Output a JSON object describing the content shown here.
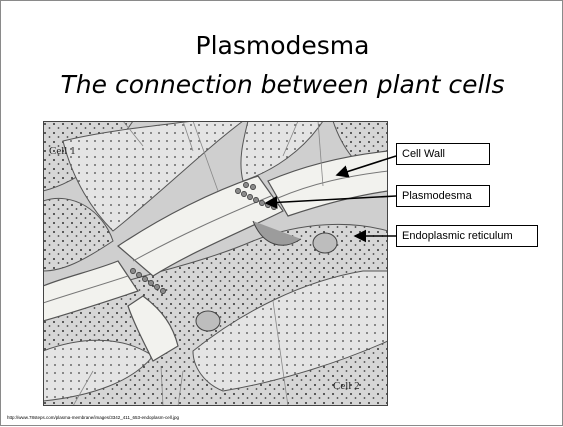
{
  "slide": {
    "title": "Plasmodesma",
    "subtitle": "The connection between plant cells",
    "source_url": "http://www.78steps.com/plasma-membrane/images/3342_411_653-endoplasm-cell.jpg"
  },
  "diagram": {
    "cell1_label": "Cell 1",
    "cell2_label": "Cell 2"
  },
  "labels": {
    "cell_wall": "Cell Wall",
    "plasmodesma": "Plasmodesma",
    "er": "Endoplasmic reticulum"
  },
  "colors": {
    "background": "#ffffff",
    "cell_fill": "#d8d8d8",
    "wall_fill": "#f0f0ec",
    "outline": "#555555"
  }
}
